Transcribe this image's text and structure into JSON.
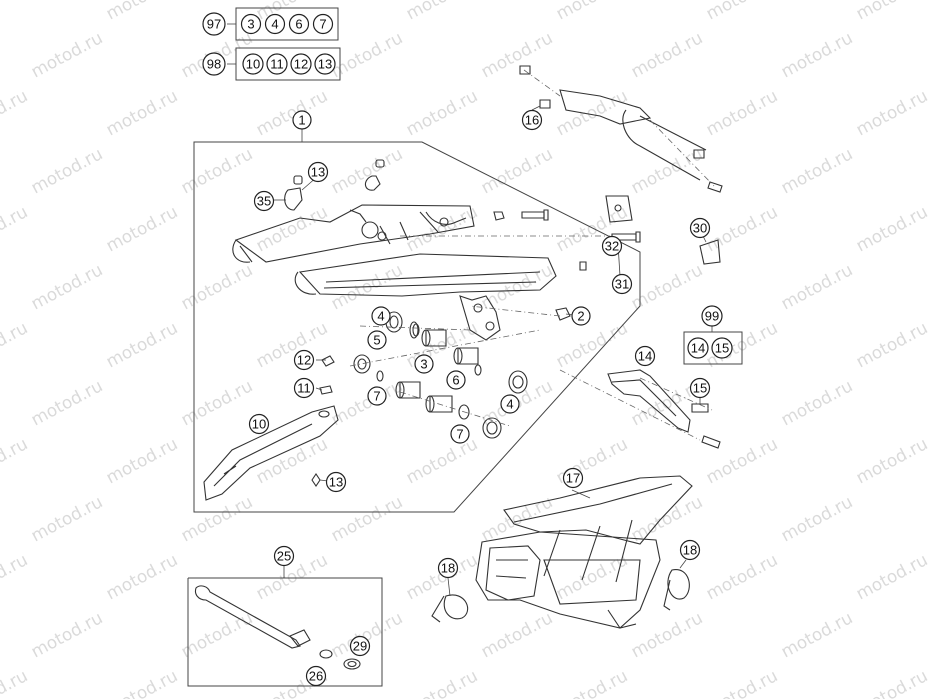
{
  "watermark": "motod.ru",
  "kits": [
    {
      "id": "97",
      "members": [
        "3",
        "4",
        "6",
        "7"
      ]
    },
    {
      "id": "98",
      "members": [
        "10",
        "11",
        "12",
        "13"
      ]
    },
    {
      "id": "99",
      "members": [
        "14",
        "15"
      ]
    }
  ],
  "callouts": {
    "c1": "1",
    "c2": "2",
    "c3": "3",
    "c4a": "4",
    "c4b": "4",
    "c5": "5",
    "c6": "6",
    "c7a": "7",
    "c7b": "7",
    "c10": "10",
    "c11": "11",
    "c12": "12",
    "c13a": "13",
    "c13b": "13",
    "c14": "14",
    "c15": "15",
    "c16": "16",
    "c17": "17",
    "c18a": "18",
    "c18b": "18",
    "c25": "25",
    "c26": "26",
    "c29": "29",
    "c30": "30",
    "c31": "31",
    "c32": "32",
    "c35": "35"
  }
}
